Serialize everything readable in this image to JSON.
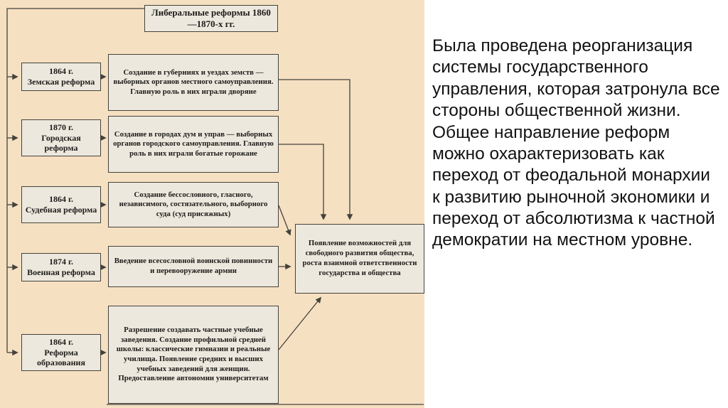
{
  "colors": {
    "diagram_background": "#f6e0c2",
    "box_fill": "#ece8dd",
    "line": "#44423c",
    "text": "#1e1c1a"
  },
  "diagram": {
    "title": "Либеральные реформы 1860—1870-х гг.",
    "reforms": [
      {
        "year": "1864 г.",
        "name": "Земская реформа",
        "description": "Создание в губерниях и уездах земств — выборных органов местного самоуправления. Главную роль в них играли дворяне"
      },
      {
        "year": "1870 г.",
        "name": "Городская реформа",
        "description": "Создание в городах дум и управ — выборных органов городского самоуправления. Главную роль в них играли богатые горожане"
      },
      {
        "year": "1864 г.",
        "name": "Судебная реформа",
        "description": "Создание бессословного, гласного, независимого, состязательного, выборного суда (суд присяжных)"
      },
      {
        "year": "1874 г.",
        "name": "Военная реформа",
        "description": "Введение всесословной воинской повинности и перевооружение армии"
      },
      {
        "year": "1864 г.",
        "name": "Реформа образования",
        "description": "Разрешение создавать частные учебные заведения. Создание профильной средней школы: классические гимназии и реальные училища. Появление средних и высших учебных заведений для женщин. Предоставление автономии университетам"
      }
    ],
    "outcome": "Появление возможностей для свободного развития общества, роста взаимной ответственности государства и общества"
  },
  "caption": "Была проведена реорганизация системы государственного управления, которая затронула все стороны общественной жизни. Общее направление реформ можно охарактеризовать как переход от феодальной монархии к развитию рыночной экономики и переход от абсолютизма к частной демократии на местном уровне."
}
